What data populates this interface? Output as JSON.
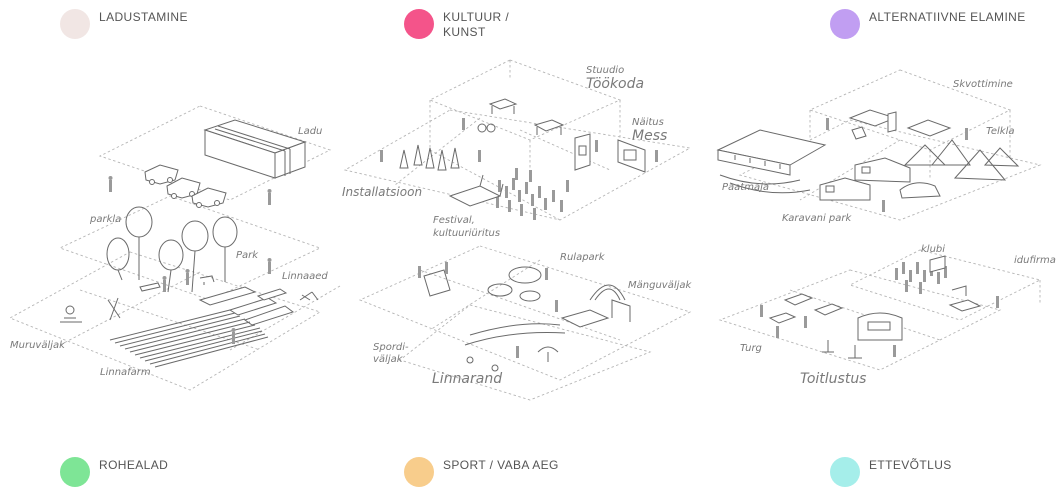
{
  "legend": {
    "ladustamine": {
      "label": "LADUSTAMINE",
      "color": "#f1e6e4"
    },
    "kultuur": {
      "label": "KULTUUR /\nKUNST",
      "color": "#f4548a"
    },
    "alternatiivne": {
      "label": "ALTERNATIIVNE ELAMINE",
      "color": "#c19ef2"
    },
    "rohealad": {
      "label": "ROHEALAD",
      "color": "#7ee596"
    },
    "sport": {
      "label": "SPORT / VABA AEG",
      "color": "#f8cd8c"
    },
    "ettevotlus": {
      "label": "ETTEVÕTLUS",
      "color": "#a5eeea"
    }
  },
  "labels": {
    "ladu": "Ladu",
    "parkla": "parkla",
    "park": "Park",
    "linnaaed": "Linnaaed",
    "muruvaljak": "Muruväljak",
    "linnafarm": "Linnafarm",
    "stuudio": "Stuudio",
    "tookoda": "Töökoda",
    "naitus": "Näitus",
    "mess": "Mess",
    "installatsioon": "Installatsioon",
    "festival_1": "Festival,",
    "festival_2": "kultuuriüritus",
    "rulapark": "Rulapark",
    "manguvaljak": "Mänguväljak",
    "spordi_1": "Spordi-",
    "spordi_2": "väljak",
    "linnarand": "Linnarand",
    "skvottimine": "Skvottimine",
    "telkla": "Telkla",
    "paatmaja": "Paatmaja",
    "karavani_park": "Karavani park",
    "klubi": "klubi",
    "idufirma": "idufirma",
    "turg": "Turg",
    "toitlustus": "Toitlustus"
  }
}
